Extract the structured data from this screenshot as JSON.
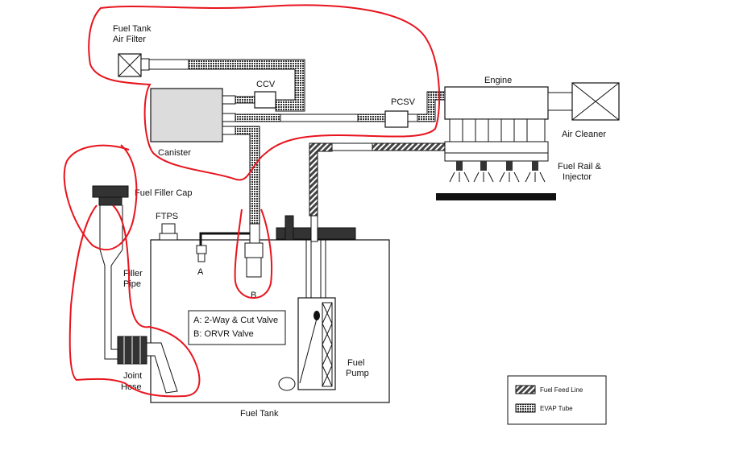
{
  "labels": {
    "fuel_tank_air_filter_1": "Fuel Tank",
    "fuel_tank_air_filter_2": "Air Filter",
    "ccv": "CCV",
    "pcsv": "PCSV",
    "engine": "Engine",
    "air_cleaner": "Air Cleaner",
    "canister": "Canister",
    "fuel_rail_1": "Fuel Rail &",
    "fuel_rail_2": "Injector",
    "fuel_filler_cap": "Fuel Filler Cap",
    "ftps": "FTPS",
    "valve_a": "A",
    "valve_b": "B",
    "filler_pipe_1": "Filler",
    "filler_pipe_2": "Pipe",
    "joint_hose_1": "Joint",
    "joint_hose_2": "Hose",
    "fuel_pump_1": "Fuel",
    "fuel_pump_2": "Pump",
    "fuel_tank": "Fuel Tank"
  },
  "valve_key": {
    "line_a": "A: 2-Way & Cut Valve",
    "line_b": "B: ORVR Valve"
  },
  "legend": {
    "fuel_feed_line": "Fuel Feed Line",
    "evap_tube": "EVAP Tube"
  },
  "colors": {
    "annotation": "#e8141e",
    "canister_fill": "#dcdcdc",
    "line": "#111111"
  }
}
